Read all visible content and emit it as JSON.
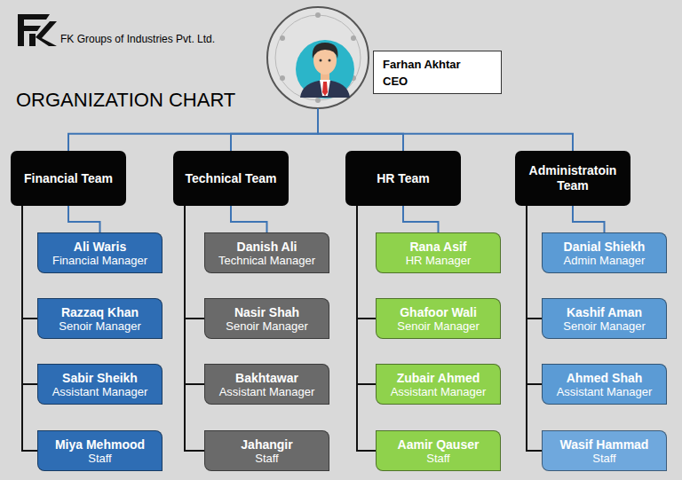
{
  "diagram": {
    "title": "ORGANIZATION CHART",
    "nodes": [
      {
        "text": [
          "Farhan Akhtar",
          "CEO"
        ]
      },
      {
        "text": [
          "Financial Team"
        ]
      },
      {
        "text": [
          "Technical Team"
        ]
      },
      {
        "text": [
          "HR Team"
        ]
      },
      {
        "text": [
          "Administratoin Team"
        ]
      },
      {
        "text": [
          "Ali Waris",
          "Financial Manager"
        ]
      },
      {
        "text": [
          "Razzaq Khan",
          "Senoir Manager"
        ]
      },
      {
        "text": [
          "Sabir Sheikh",
          "Assistant Manager"
        ]
      },
      {
        "text": [
          "Miya Mehmood",
          "Staff"
        ]
      },
      {
        "text": [
          "Danish Ali",
          "Technical Manager"
        ]
      },
      {
        "text": [
          "Nasir Shah",
          "Senoir Manager"
        ]
      },
      {
        "text": [
          "Bakhtawar",
          "Assistant Manager"
        ]
      },
      {
        "text": [
          "Jahangir",
          "Staff"
        ]
      },
      {
        "text": [
          "Rana Asif",
          "HR Manager"
        ]
      },
      {
        "text": [
          "Ghafoor Wali",
          "Senoir Manager"
        ]
      },
      {
        "text": [
          "Zubair Ahmed",
          "Assistant Manager"
        ]
      },
      {
        "text": [
          "Aamir Qauser",
          "Staff"
        ]
      },
      {
        "text": [
          "Danial Shiekh",
          "Admin Manager"
        ]
      },
      {
        "text": [
          "Kashif Aman",
          "Senoir Manager"
        ]
      },
      {
        "text": [
          "Ahmed Shah",
          "Assistant Manager"
        ]
      },
      {
        "text": [
          "Wasif Hammad",
          "Staff"
        ]
      }
    ],
    "edges": [
      {
        "from": 0,
        "to": 1,
        "arrow": "none"
      },
      {
        "from": 0,
        "to": 2,
        "arrow": "none"
      },
      {
        "from": 0,
        "to": 3,
        "arrow": "none"
      },
      {
        "from": 0,
        "to": 4,
        "arrow": "none"
      },
      {
        "from": 1,
        "to": 5,
        "arrow": "none"
      },
      {
        "from": 1,
        "to": 6,
        "arrow": "none"
      },
      {
        "from": 1,
        "to": 7,
        "arrow": "none"
      },
      {
        "from": 1,
        "to": 8,
        "arrow": "none"
      },
      {
        "from": 2,
        "to": 9,
        "arrow": "none"
      },
      {
        "from": 2,
        "to": 10,
        "arrow": "none"
      },
      {
        "from": 2,
        "to": 11,
        "arrow": "none"
      },
      {
        "from": 2,
        "to": 12,
        "arrow": "none"
      },
      {
        "from": 3,
        "to": 13,
        "arrow": "none"
      },
      {
        "from": 3,
        "to": 14,
        "arrow": "none"
      },
      {
        "from": 3,
        "to": 15,
        "arrow": "none"
      },
      {
        "from": 3,
        "to": 16,
        "arrow": "none"
      },
      {
        "from": 4,
        "to": 17,
        "arrow": "none"
      },
      {
        "from": 4,
        "to": 18,
        "arrow": "none"
      },
      {
        "from": 4,
        "to": 19,
        "arrow": "none"
      },
      {
        "from": 4,
        "to": 20,
        "arrow": "none"
      }
    ],
    "labels": [
      "FK Groups of Industries Pvt. Ltd."
    ]
  }
}
